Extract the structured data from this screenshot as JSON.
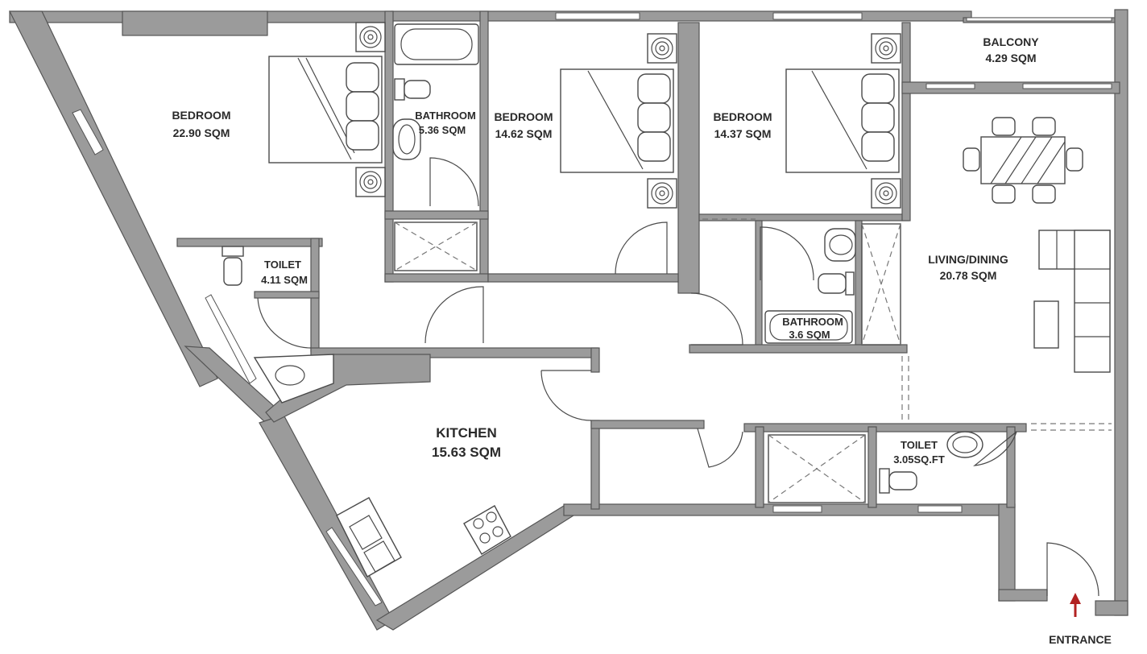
{
  "rooms": {
    "bedroom1": {
      "name": "BEDROOM",
      "area": "22.90 SQM"
    },
    "bathroom1": {
      "name": "BATHROOM",
      "area": "5.36 SQM"
    },
    "bedroom2": {
      "name": "BEDROOM",
      "area": "14.62 SQM"
    },
    "bedroom3": {
      "name": "BEDROOM",
      "area": "14.37 SQM"
    },
    "balcony": {
      "name": "BALCONY",
      "area": "4.29 SQM"
    },
    "living": {
      "name": "LIVING/DINING",
      "area": "20.78 SQM"
    },
    "toilet1": {
      "name": "TOILET",
      "area": "4.11 SQM"
    },
    "bathroom2": {
      "name": "BATHROOM",
      "area": "3.6 SQM"
    },
    "kitchen": {
      "name": "KITCHEN",
      "area": "15.63 SQM"
    },
    "toilet2": {
      "name": "TOILET",
      "area": "3.05SQ.FT"
    }
  },
  "entrance": {
    "label": "ENTRANCE",
    "arrow_color": "#b22222"
  },
  "colors": {
    "wall": "#9b9b9b",
    "line": "#4a4a4a",
    "text": "#2a2a2a"
  }
}
